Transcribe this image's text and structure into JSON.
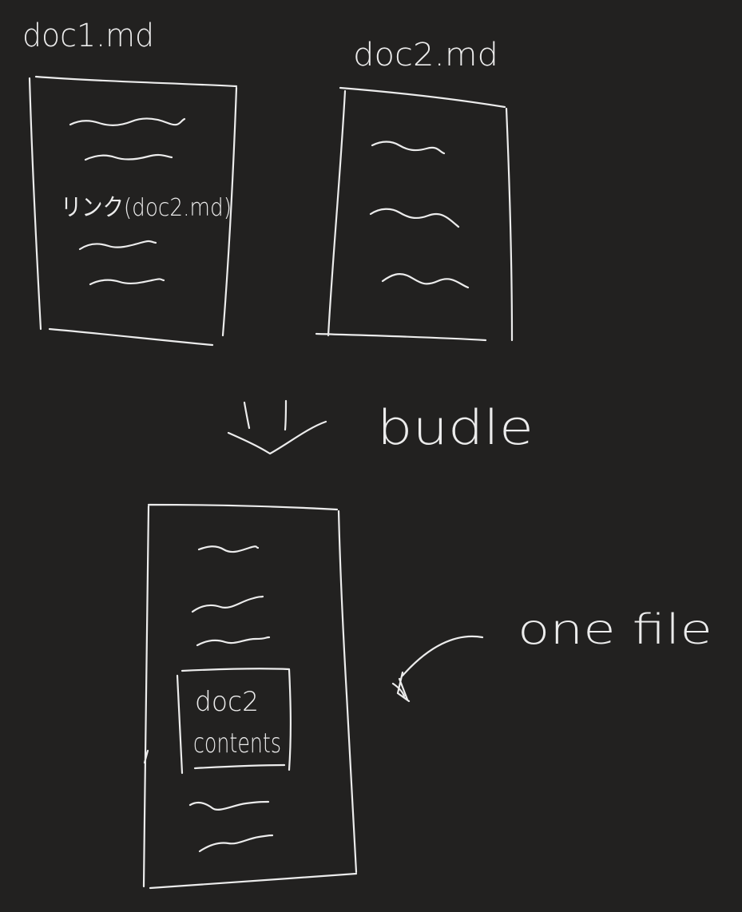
{
  "canvas": {
    "background": "#222120",
    "ink": "#ececec"
  },
  "doc1": {
    "filename": "doc1.md",
    "link_text": "リンク(doc2.md)"
  },
  "doc2": {
    "filename": "doc2.md"
  },
  "transform": {
    "label": "budle"
  },
  "bundled": {
    "embedded_label_line1": "doc2",
    "embedded_label_line2": "contents"
  },
  "annotation": {
    "label": "one file"
  }
}
